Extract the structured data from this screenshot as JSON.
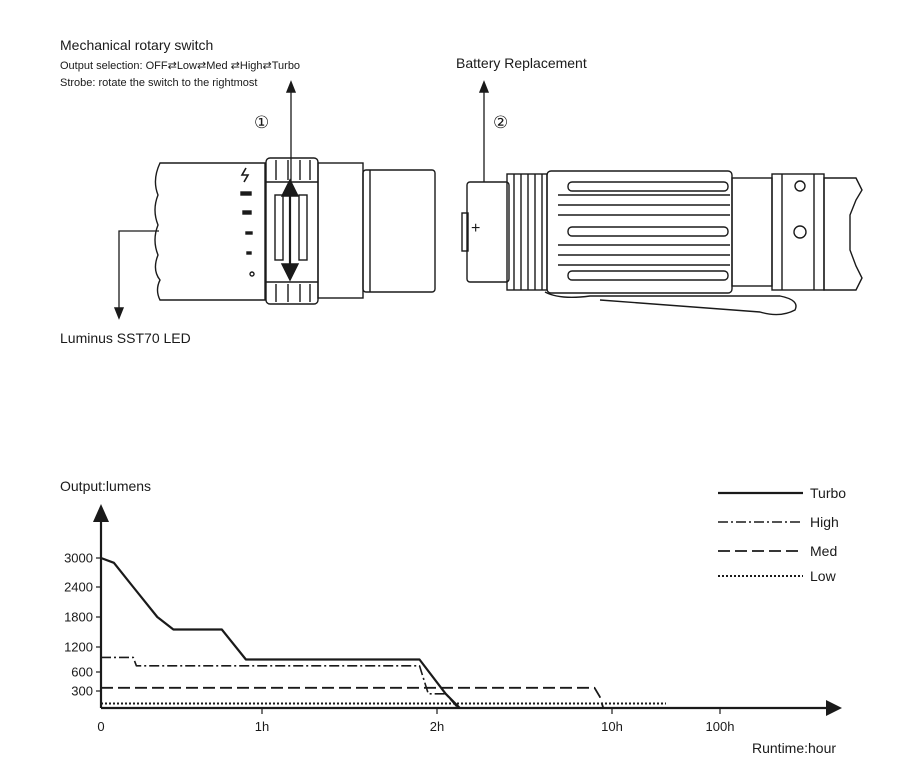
{
  "rotary": {
    "title": "Mechanical rotary switch",
    "output_selection": "Output selection: OFF⇄Low⇄Med ⇄High⇄Turbo",
    "strobe": "Strobe: rotate the switch to the rightmost",
    "step_marker": "①"
  },
  "led": {
    "label": "Luminus SST70 LED"
  },
  "battery": {
    "label": "Battery Replacement",
    "step_marker": "②",
    "plus_sign": "+"
  },
  "colors": {
    "ink": "#1a1a1a",
    "background": "#ffffff"
  },
  "chart_data": {
    "type": "line",
    "ylabel": "Output:lumens",
    "xlabel": "Runtime:hour",
    "x_ticks": [
      "0",
      "1h",
      "2h",
      "10h",
      "100h"
    ],
    "x_tick_positions": [
      0,
      1,
      2,
      3,
      4
    ],
    "y_ticks": [
      300,
      600,
      1200,
      1800,
      2400,
      3000
    ],
    "y_scale": "piecewise",
    "legend_position": "top-right",
    "grid": false,
    "series": [
      {
        "name": "Turbo",
        "style": "solid",
        "points": [
          [
            0,
            3000
          ],
          [
            0.08,
            2900
          ],
          [
            0.2,
            2400
          ],
          [
            0.35,
            1800
          ],
          [
            0.45,
            1550
          ],
          [
            0.75,
            1550
          ],
          [
            0.9,
            900
          ],
          [
            1.9,
            900
          ],
          [
            2.05,
            250
          ],
          [
            2.13,
            0
          ]
        ]
      },
      {
        "name": "High",
        "style": "dash-dot",
        "points": [
          [
            0,
            950
          ],
          [
            0.2,
            950
          ],
          [
            0.22,
            750
          ],
          [
            1.9,
            750
          ],
          [
            1.95,
            250
          ],
          [
            2.05,
            250
          ],
          [
            2.12,
            0
          ]
        ]
      },
      {
        "name": "Med",
        "style": "dashed",
        "points": [
          [
            0,
            350
          ],
          [
            2.9,
            350
          ],
          [
            2.93,
            200
          ],
          [
            2.95,
            0
          ]
        ]
      },
      {
        "name": "Low",
        "style": "dotted",
        "points": [
          [
            0,
            80
          ],
          [
            3.5,
            80
          ]
        ]
      }
    ]
  }
}
